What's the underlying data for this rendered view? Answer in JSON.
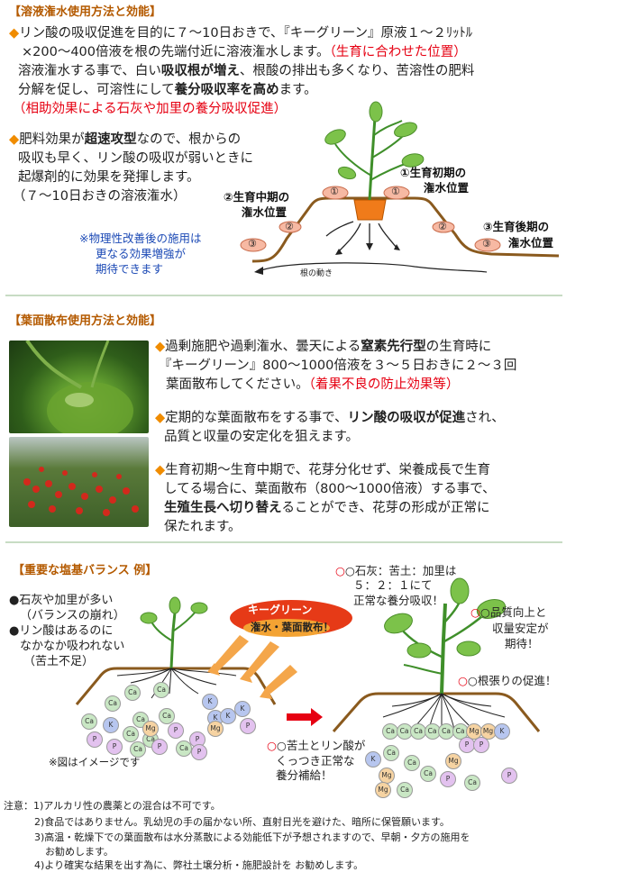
{
  "section1": {
    "heading": "【溶液潅水使用方法と効能】",
    "bullet_mark": "◆",
    "p1_l1": "リン酸の吸収促進を目的に７～10日おきで、『キーグリーン』原液１～２ﾘｯﾄﾙ",
    "p1_l2a": "×200～400倍液を根の先端付近に溶液潅水します。",
    "p1_l2b": "（生育に合わせた位置）",
    "p1_l3a": "溶液潅水する事で、白い",
    "p1_l3b": "吸収根が増え",
    "p1_l3c": "、根酸の排出も多くなり、苦溶性の肥料",
    "p1_l4a": "分解を促し、可溶性にして",
    "p1_l4b": "養分吸収率を高め",
    "p1_l4c": "ます。",
    "p1_l5": "（相助効果による石灰や加里の養分吸収促進）",
    "p2_l1a": "肥料効果が",
    "p2_l1b": "超速攻型",
    "p2_l1c": "なので、根からの",
    "p2_l2": "吸収も早く、リン酸の吸収が弱いときに",
    "p2_l3": "起爆剤的に効果を発揮します。",
    "p2_l4": "（７～10日おきの溶液潅水）",
    "diagram": {
      "label_early_l1": "①生育初期の",
      "label_early_l2": "潅水位置",
      "label_mid_l1": "②生育中期の",
      "label_mid_l2": "潅水位置",
      "label_late_l1": "③生育後期の",
      "label_late_l2": "潅水位置",
      "circle_1": "①",
      "circle_2": "②",
      "circle_3": "③",
      "root_label": "根の動き",
      "note_l1": "※物理性改善後の施用は",
      "note_l2": "更なる効果増強が",
      "note_l3": "期待できます"
    }
  },
  "section2": {
    "heading": "【葉面散布使用方法と効能】",
    "b1_l1a": "過剰施肥や過剰潅水、曇天による",
    "b1_l1b": "窒素先行型",
    "b1_l1c": "の生育時に",
    "b1_l2": "『キーグリーン』800～1000倍液を３～５日おきに２～３回",
    "b1_l3a": "葉面散布してください。",
    "b1_l3b": "（着果不良の防止効果等）",
    "b2_l1a": "定期的な葉面散布をする事で、",
    "b2_l1b": "リン酸の吸収が促進",
    "b2_l1c": "され、",
    "b2_l2": "品質と収量の安定化を狙えます。",
    "b3_l1": "生育初期～生育中期で、花芽分化せず、栄養成長で生育",
    "b3_l2": "してる場合に、葉面散布（800～1000倍液）する事で、",
    "b3_l3a": "生殖生長へ切り替え",
    "b3_l3b": "ることができ、花芽の形成が正常に",
    "b3_l4": "保たれます。"
  },
  "section3": {
    "heading": "【重要な塩基バランス 例】",
    "left_l1": "●石灰や加里が多い",
    "left_l2": "（バランスの崩れ）",
    "left_l3": "●リン酸はあるのに",
    "left_l4": "なかなか吸われない",
    "left_l5": "（苦土不足）",
    "oval_l1": "キーグリーン",
    "oval_l2": "潅水・葉面散布！",
    "image_note": "※図はイメージです",
    "right_top_l1": "○石灰：苦土：加里は",
    "right_top_l2": "５：２：１にて",
    "right_top_l3": "正常な養分吸収！",
    "right_q_l1": "○品質向上と",
    "right_q_l2": "収量安定が",
    "right_q_l3": "期待！",
    "right_root": "○根張りの促進！",
    "right_bottom_l1": "○苦土とリン酸が",
    "right_bottom_l2": "くっつき正常な",
    "right_bottom_l3": "養分補給！",
    "left_balls": [
      "Ca",
      "Ca",
      "Ca",
      "Ca",
      "Ca",
      "K",
      "Ca",
      "K",
      "K",
      "Ca",
      "K",
      "Ca",
      "Mg",
      "K",
      "P",
      "Mg",
      "P",
      "P",
      "P",
      "Ca",
      "P",
      "Ca",
      "P",
      "P"
    ],
    "right_row": [
      "Ca",
      "Ca",
      "Ca",
      "Ca",
      "Ca",
      "Ca",
      "Mg",
      "Mg",
      "K"
    ],
    "right_row2": [
      "P",
      "P"
    ],
    "right_low": [
      "K",
      "Ca",
      "Ca",
      "Mg",
      "Ca",
      "Mg",
      "Mg",
      "P",
      "Ca",
      "Ca",
      "P"
    ]
  },
  "notes": {
    "n1": "注意：1)アルカリ性の農薬との混合は不可です。",
    "n2": "2)食品ではありません。乳幼児の手の届かない所、直射日光を避けた、暗所に保管願います。",
    "n3a": "3)高温・乾燥下での葉面散布は水分蒸散による効能低下が予想されますので、早朝・夕方の施用を",
    "n3b": "お勧めします。",
    "n4": "4)より確実な結果を出す為に、弊社土壌分析・施肥設計を お勧めします。"
  },
  "colors": {
    "heading": "#b45a00",
    "red": "#e60012",
    "diamond": "#f08c00",
    "soil_line": "#8a5a1e",
    "leaf": "#7cc24a",
    "blue_note": "#1b49b5"
  }
}
